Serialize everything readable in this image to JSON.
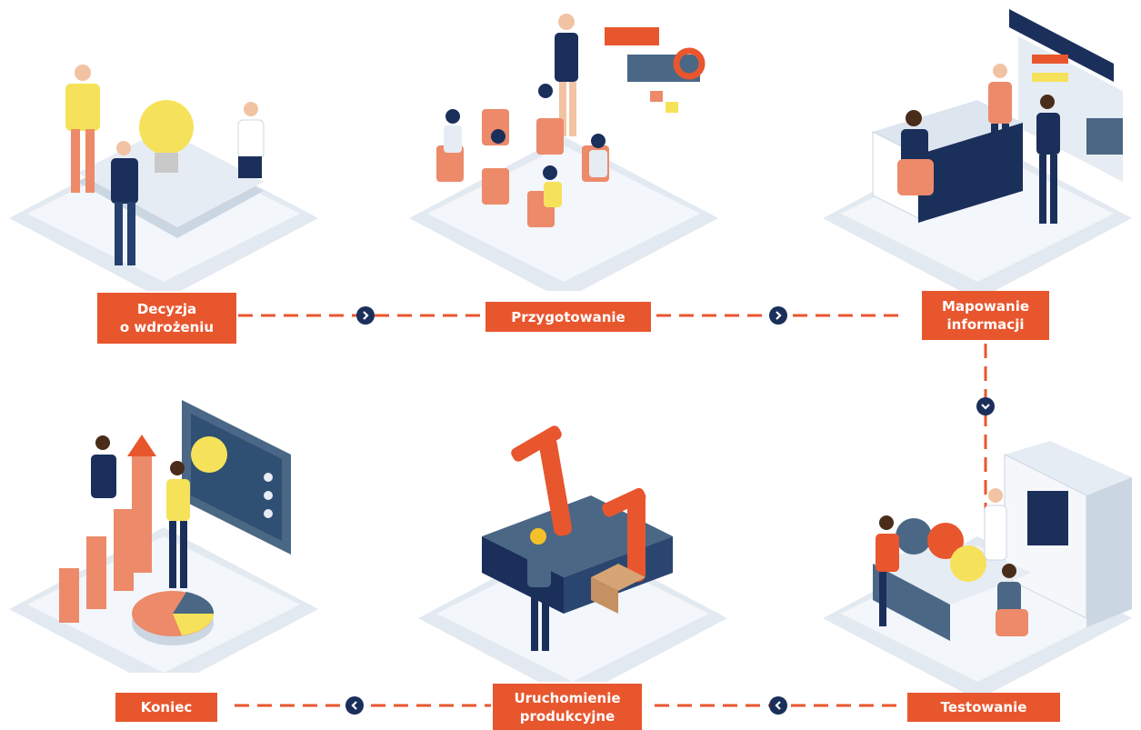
{
  "steps": [
    {
      "label": "Decyzja\no wdrożeniu"
    },
    {
      "label": "Przygotowanie"
    },
    {
      "label": "Mapowanie\ninformacji"
    },
    {
      "label": "Testowanie"
    },
    {
      "label": "Uruchomienie\nprodukcyjne"
    },
    {
      "label": "Koniec"
    }
  ],
  "colors": {
    "accent": "#e8562e",
    "navy": "#1b2f5b",
    "steel": "#4a6785",
    "platform": "#e3e9f1",
    "yellow": "#f6e25a"
  },
  "icons": {
    "arrow_right": "chevron-right-icon",
    "arrow_down": "chevron-down-icon",
    "arrow_left": "chevron-left-icon"
  }
}
